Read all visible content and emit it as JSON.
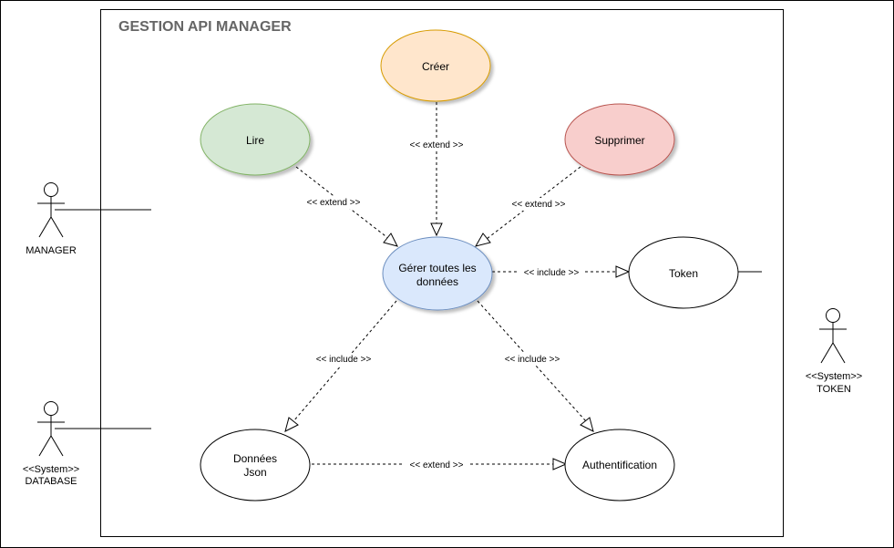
{
  "diagram": {
    "title": "GESTION API MANAGER",
    "use_cases": {
      "creer": "Créer",
      "lire": "Lire",
      "supprimer": "Supprimer",
      "gerer_line1": "Gérer toutes les",
      "gerer_line2": "données",
      "token": "Token",
      "donnees_line1": "Données",
      "donnees_line2": "Json",
      "auth": "Authentification"
    },
    "relations": {
      "creer_extend": "<< extend >>",
      "lire_extend": "<< extend >>",
      "supprimer_extend": "<< extend >>",
      "token_include": "<< include >>",
      "donnees_include": "<< include >>",
      "auth_include": "<< include >>",
      "donnees_auth_extend": "<< extend >>"
    },
    "actors": {
      "manager": "MANAGER",
      "token_stereotype": "<<System>>",
      "token": "TOKEN",
      "database_stereotype": "<<System>>",
      "database": "DATABASE"
    },
    "colors": {
      "creer_fill": "#ffe6cc",
      "creer_stroke": "#d79b00",
      "lire_fill": "#d5e8d4",
      "lire_stroke": "#82b366",
      "supprimer_fill": "#f8cecc",
      "supprimer_stroke": "#b85450",
      "gerer_fill": "#dae8fc",
      "gerer_stroke": "#6c8ebf"
    }
  }
}
